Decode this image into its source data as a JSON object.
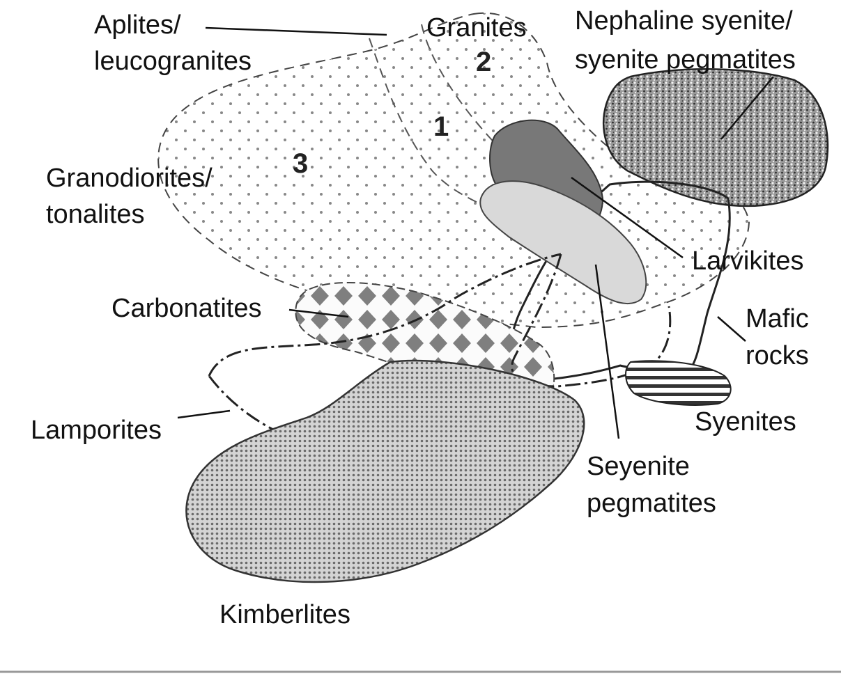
{
  "labels": {
    "aplites_1": "Aplites/",
    "aplites_2": "leucogranites",
    "granites": "Granites",
    "nepheline_1": "Nephaline syenite/",
    "nepheline_2": "syenite pegmatites",
    "granodiorites_1": "Granodiorites/",
    "granodiorites_2": "tonalites",
    "larvikites": "Larvikites",
    "carbonatites": "Carbonatites",
    "mafic_1": "Mafic",
    "mafic_2": "rocks",
    "lamporites": "Lamporites",
    "syenites": "Syenites",
    "seyenite_1": "Seyenite",
    "seyenite_2": "pegmatites",
    "kimberlites": "Kimberlites"
  },
  "numbers": {
    "n1": "1",
    "n2": "2",
    "n3": "3"
  },
  "colors": {
    "outline": "#333333",
    "larvikite_fill": "#777777",
    "syenite_pegmatite_fill": "#d8d8d8",
    "dot_color": "#888888",
    "diamond_color": "#808080"
  }
}
